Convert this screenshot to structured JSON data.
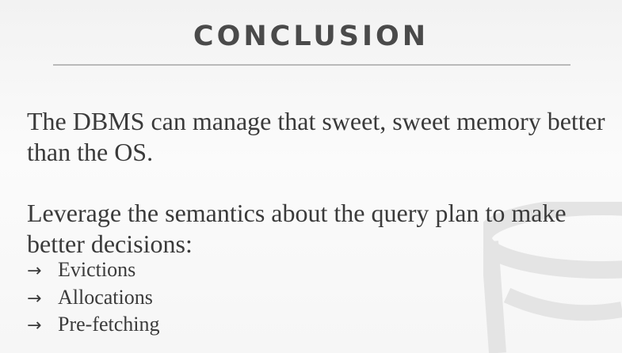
{
  "slide": {
    "title": "CONCLUSION",
    "paragraph1": "The DBMS can manage that sweet, sweet memory better than the OS.",
    "paragraph2": "Leverage the semantics about the query plan to make better decisions:",
    "bullet_glyph": "→",
    "bullets": [
      {
        "label": "Evictions"
      },
      {
        "label": "Allocations"
      },
      {
        "label": "Pre-fetching"
      }
    ]
  },
  "colors": {
    "background": "#f7f7f7",
    "text": "#3a3a3a",
    "title": "#4a4a4a",
    "rule": "#b9b9b9",
    "watermark": "#e6e6e6"
  },
  "icons": {
    "watermark": "database-cylinder-icon"
  }
}
